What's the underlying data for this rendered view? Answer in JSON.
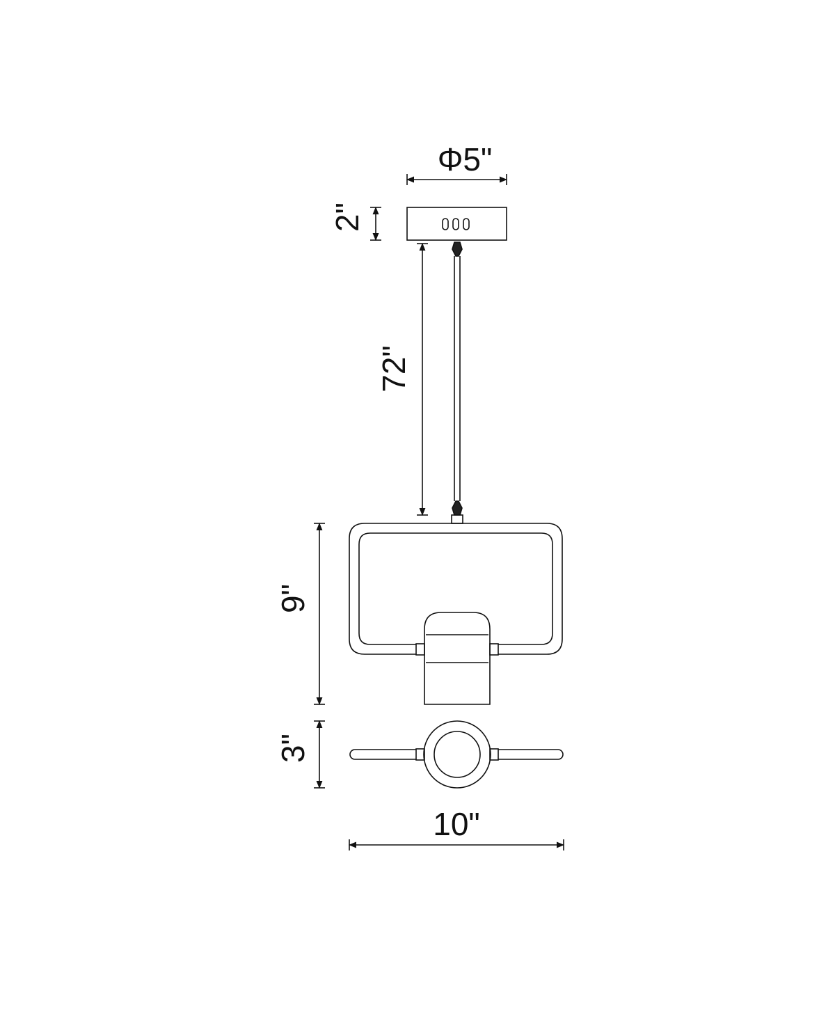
{
  "dimensions": {
    "canopy_diameter": "Φ5\"",
    "canopy_height": "2\"",
    "cable_length": "72\"",
    "fixture_height": "9\"",
    "fixture_depth": "3\"",
    "fixture_width": "10\""
  },
  "colors": {
    "line": "#111111",
    "background": "#ffffff"
  }
}
